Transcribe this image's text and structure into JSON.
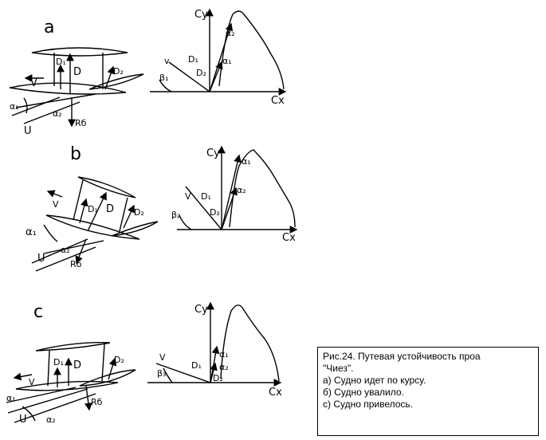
{
  "panels": [
    {
      "letter": "a",
      "labels": {
        "v": "V",
        "u": "U",
        "d": "D",
        "d1": "D₁",
        "d2": "D₂",
        "alpha1": "α₁",
        "alpha2": "α₂",
        "r": "Rб",
        "cy": "Cy",
        "cx": "Cx",
        "beta": "β₁",
        "pa1": "α₁",
        "pa2": "α₂",
        "pd1": "D₁",
        "pd2": "D₂",
        "pv": "v"
      }
    },
    {
      "letter": "b",
      "labels": {
        "v": "V",
        "u": "U",
        "d": "D",
        "d1": "D₁",
        "d2": "D₂",
        "alpha1": "α₁",
        "alpha2": "α₂",
        "r": "Rб",
        "cy": "Cy",
        "cx": "Cx",
        "beta": "β₂",
        "pa1": "α₁",
        "pa2": "α₂",
        "pd1": "D₁",
        "pd2": "D₂",
        "pv": "V"
      }
    },
    {
      "letter": "c",
      "labels": {
        "v": "V",
        "u": "U",
        "d": "D",
        "d1": "D₁",
        "d2": "D₂",
        "alpha1": "α₁",
        "alpha2": "α₂",
        "r": "Rб",
        "cy": "Cy",
        "cx": "Cx",
        "beta": "β₃",
        "pa1": "α₁",
        "pa2": "α₂",
        "pd1": "D₁",
        "pd2": "D₂",
        "pv": "V"
      }
    }
  ],
  "caption": {
    "line1": "Рис.24. Путевая устойчивость проа",
    "line2": "\"Чиез\".",
    "line3": "а) Судно идет по курсу.",
    "line4": "б) Судно увалило.",
    "line5": "с) Судно привелось."
  }
}
